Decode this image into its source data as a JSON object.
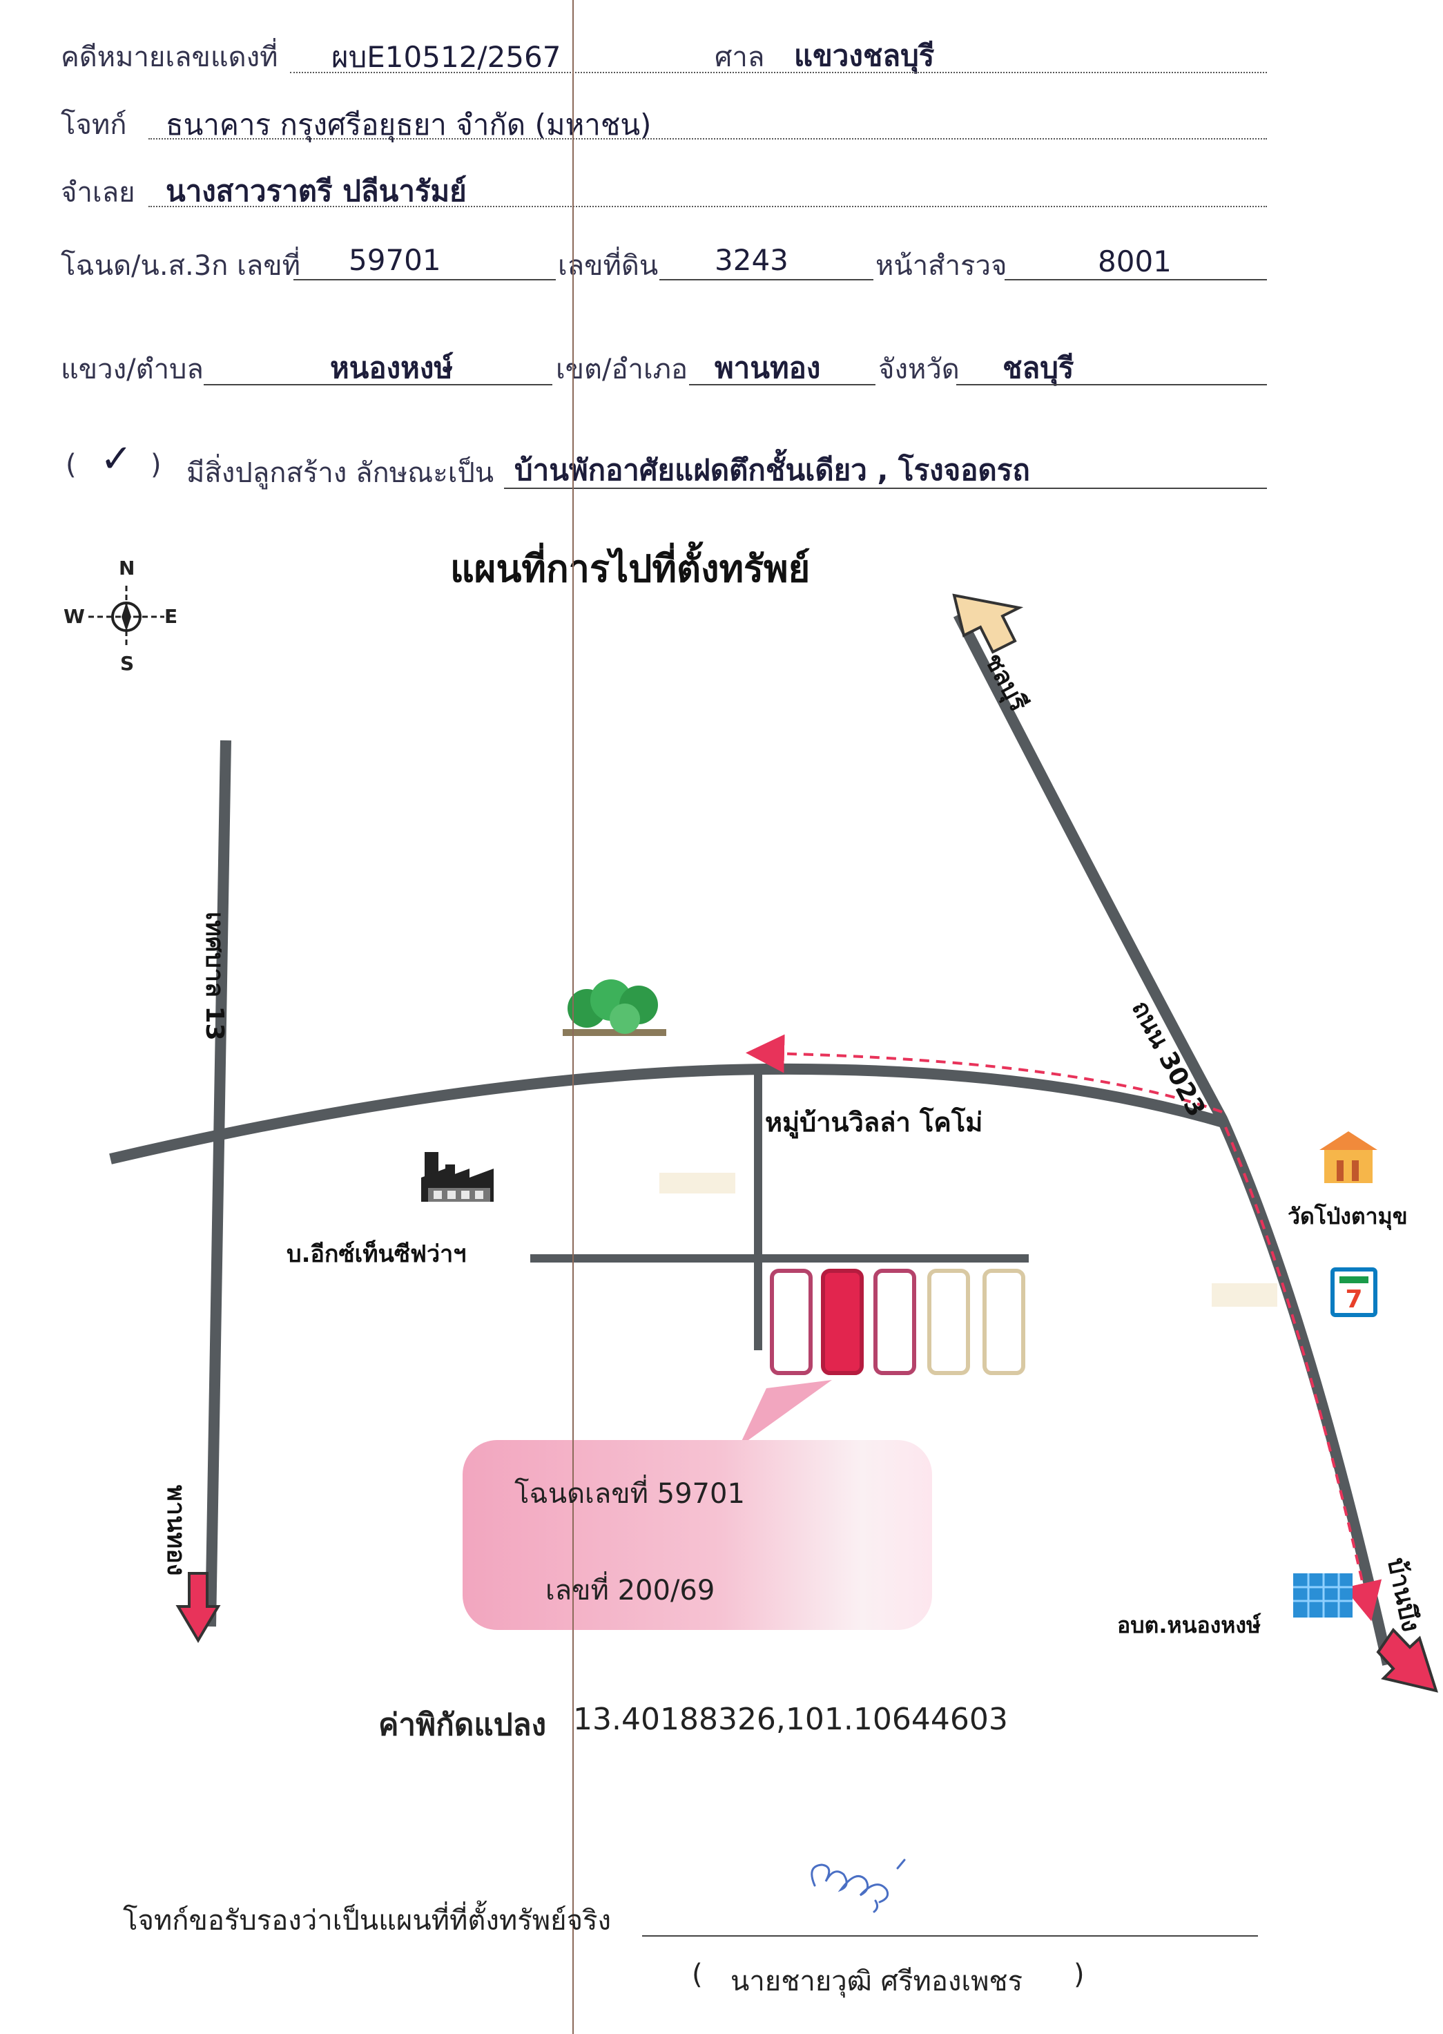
{
  "header": {
    "case_label": "คดีหมายเลขแดงที่",
    "case_value": "ผบE10512/2567",
    "court_label": "ศาล",
    "court_value": "แขวงชลบุรี",
    "plaintiff_label": "โจทก์",
    "plaintiff_value": "ธนาคาร กรุงศรีอยุธยา จำกัด (มหาชน)",
    "defendant_label": "จำเลย",
    "defendant_value": "นางสาวราตรี ปลีนารัมย์",
    "deed_label": "โฉนด/น.ส.3ก เลขที่",
    "deed_value": "59701",
    "land_no_label": "เลขที่ดิน",
    "land_no_value": "3243",
    "survey_label": "หน้าสำรวจ",
    "survey_value": "8001",
    "subdistrict_label": "แขวง/ตำบล",
    "subdistrict_value": "หนองหงษ์",
    "district_label": "เขต/อำเภอ",
    "district_value": "พานทอง",
    "province_label": "จังหวัด",
    "province_value": "ชลบุรี",
    "building_open": "(",
    "building_check": "✓",
    "building_close": ")",
    "building_label": "มีสิ่งปลูกสร้าง ลักษณะเป็น",
    "building_value": "บ้านพักอาศัยแฝดตึกชั้นเดียว , โรงจอดรถ"
  },
  "map": {
    "title": "แผนที่การไปที่ตั้งทรัพย์",
    "compass": {
      "n": "N",
      "s": "S",
      "e": "E",
      "w": "W"
    },
    "roads": {
      "left_road": "เทศบาล 13",
      "diag_road": "ถนน 3023",
      "top_dir": "ชลบุรี",
      "bottom_left_dir": "พานทอง",
      "bottom_right_dir": "บ้านบึง"
    },
    "places": {
      "village": "หมู่บ้านวิลล่า โคโม่",
      "factory": "บ.อีกซ์เท็นซีฟว่าฯ",
      "temple": "วัดโป่งตามุข",
      "sao": "อบต.หนองหงษ์",
      "store_icon": "7-eleven-icon"
    },
    "callout": {
      "deed_line": "โฉนดเลขที่ 59701",
      "house_line": "เลขที่ 200/69"
    },
    "coord_label": "ค่าพิกัดแปลง",
    "coord_value": "13.40188326,101.10644603"
  },
  "footer": {
    "certify_text": "โจทก์ขอรับรองว่าเป็นแผนที่ที่ตั้งทรัพย์จริง",
    "signature_open": "(",
    "signer_name": "นายชายวุฒิ ศรีทองเพชร",
    "signature_close": ")"
  },
  "colors": {
    "road": "#555a5e",
    "route": "#e8335a",
    "highlight_plot": "#e2254e",
    "callout": "#f3a8c0",
    "direction_arrow": "#e8335a",
    "top_arrow": "#f5d9a8"
  }
}
